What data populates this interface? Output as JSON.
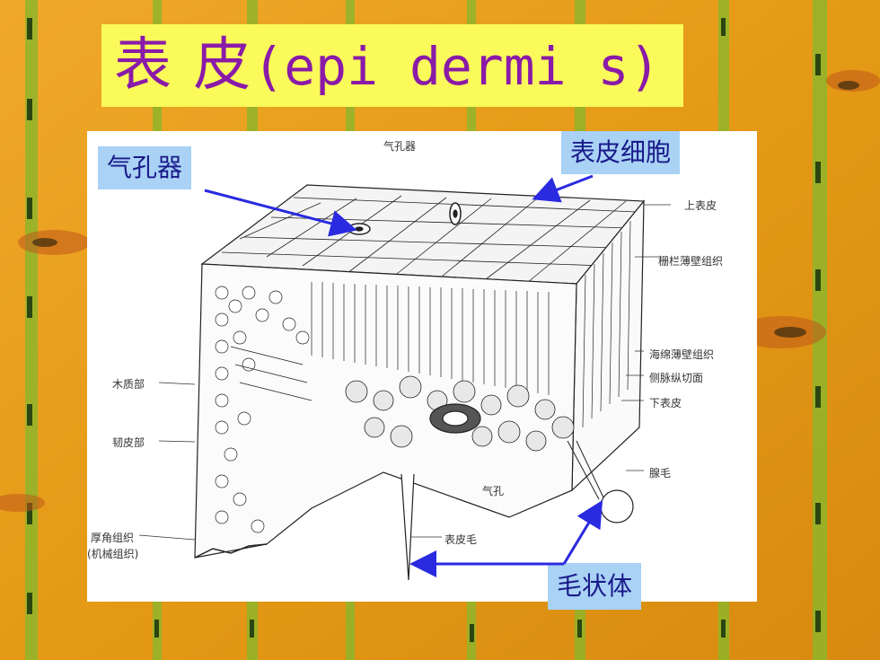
{
  "slide": {
    "title_cn": "表 皮",
    "title_latin": "(epi dermi s)"
  },
  "callouts": {
    "stomata": "气孔器",
    "epidermal_cell": "表皮细胞",
    "trichome": "毛状体"
  },
  "diagram_labels": {
    "stomata_top": "气孔器",
    "upper_epidermis": "上表皮",
    "palisade": "栅栏薄壁组织",
    "spongy": "海绵薄壁组织",
    "lateral_vein": "侧脉纵切面",
    "lower_epidermis": "下表皮",
    "xylem": "木质部",
    "phloem": "韧皮部",
    "stoma": "气孔",
    "gland_hair": "腺毛",
    "collenchyma": "厚角组织",
    "mechanical": "(机械组织)",
    "epidermal_hair": "表皮毛"
  },
  "colors": {
    "title_bg": "#fafa5a",
    "title_text": "#8a1aa8",
    "callout_bg": "#a9d2f5",
    "callout_text": "#1a1a8a",
    "arrow": "#2a2ae0"
  }
}
